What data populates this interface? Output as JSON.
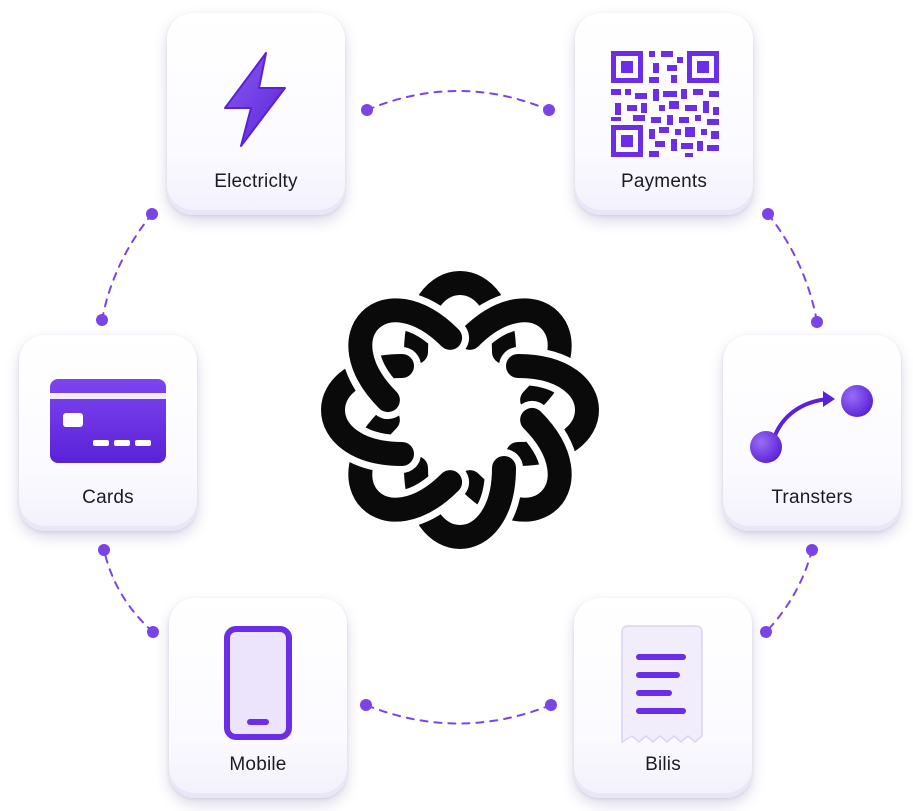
{
  "diagram": {
    "center": {
      "icon": "interlocking-ring-logo-icon"
    },
    "tiles": [
      {
        "id": "electricity",
        "label": "Electriclty",
        "icon": "lightning-bolt-icon"
      },
      {
        "id": "payments",
        "label": "Payments",
        "icon": "qr-code-icon"
      },
      {
        "id": "cards",
        "label": "Cards",
        "icon": "credit-card-icon"
      },
      {
        "id": "transfers",
        "label": "Transters",
        "icon": "transfer-arrow-icon"
      },
      {
        "id": "mobile",
        "label": "Mobile",
        "icon": "mobile-phone-icon"
      },
      {
        "id": "bills",
        "label": "Bilis",
        "icon": "receipt-icon"
      }
    ]
  },
  "colors": {
    "accent": "#6a2ee8",
    "accent_light": "#8a5cf2",
    "connector": "#7b44e6",
    "logo": "#0a0a0a",
    "label": "#1b1b22"
  }
}
